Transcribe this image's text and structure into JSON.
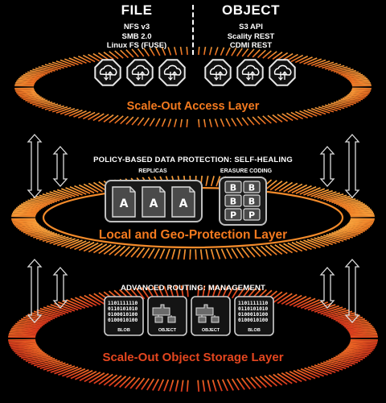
{
  "file_protocols": {
    "title": "FILE",
    "items": [
      "NFS v3",
      "SMB 2.0",
      "Linux FS (FUSE)"
    ]
  },
  "object_protocols": {
    "title": "OBJECT",
    "items": [
      "S3 API",
      "Scality REST",
      "CDMI REST"
    ]
  },
  "layers": {
    "access": "Scale-Out Access Layer",
    "protection": "Local and Geo-Protection Layer",
    "storage": "Scale-Out Object Storage Layer"
  },
  "protection": {
    "heading": "POLICY-BASED DATA PROTECTION: SELF-HEALING",
    "replicas_label": "REPLICAS",
    "erasure_label": "ERASURE CODING",
    "replica_letter": "A",
    "erasure_letters": [
      "B",
      "B",
      "B",
      "B",
      "P",
      "P"
    ]
  },
  "routing": {
    "heading": "ADVANCED ROUTING: MANAGEMENT",
    "blob_binary": [
      "1101111110",
      "0110101010",
      "0100010100",
      "0100010100"
    ],
    "cards": [
      "BLOB",
      "OBJECT",
      "OBJECT",
      "BLOB"
    ]
  },
  "colors": {
    "background": "#000000",
    "accent": "#f47a1f",
    "ring_top": "#e8651c",
    "ring_bottom": "#e0401e",
    "text": "#ffffff"
  },
  "icons": [
    "cloud-connector-icon",
    "double-arrow-icon",
    "document-icon"
  ]
}
